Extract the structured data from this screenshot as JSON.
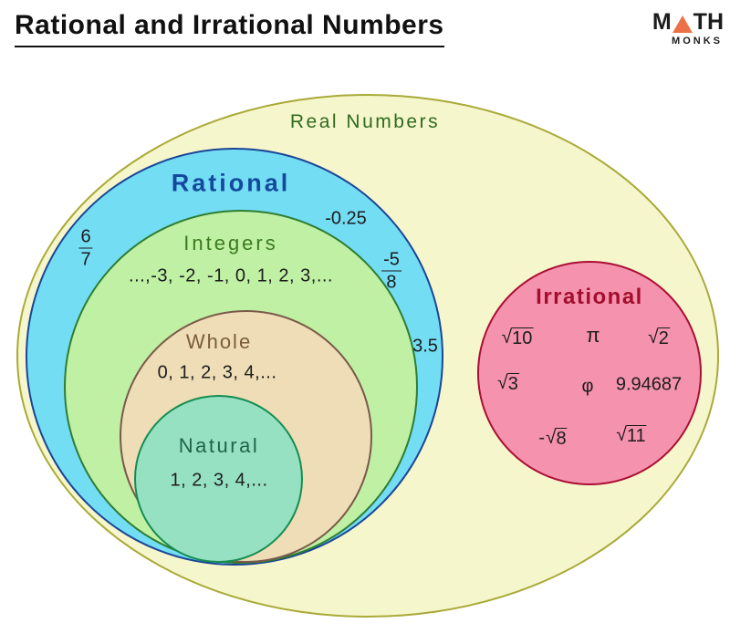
{
  "title": "Rational and Irrational Numbers",
  "logo": {
    "math_m": "M",
    "math_th": "TH",
    "monks": "MONKS",
    "triangle_color": "#ed7147"
  },
  "sets": {
    "real": {
      "label": "Real Numbers"
    },
    "rational": {
      "label": "Rational"
    },
    "integers": {
      "label": "Integers",
      "values": "...,-3, -2, -1, 0, 1, 2, 3,..."
    },
    "whole": {
      "label": "Whole",
      "values": "0, 1, 2, 3, 4,..."
    },
    "natural": {
      "label": "Natural",
      "values": "1, 2, 3, 4,..."
    },
    "irrational": {
      "label": "Irrational"
    }
  },
  "rational_examples": {
    "decimal_neg": "-0.25",
    "frac1_num": "6",
    "frac1_den": "7",
    "frac2_num": "-5",
    "frac2_den": "8",
    "decimal_pos": "3.5"
  },
  "irrational_examples": {
    "radical_sign": "√",
    "sqrt10": "10",
    "pi": "π",
    "sqrt2": "2",
    "sqrt3": "3",
    "phi": "φ",
    "decimal": "9.94687",
    "neg_sign": "-",
    "sqrt8": "8",
    "sqrt11": "11"
  },
  "colors": {
    "real_fill": "#f6f6cd",
    "real_border": "#a9aa38",
    "real_text": "#2f6b1e",
    "rational_fill": "#73ddf4",
    "rational_border": "#1b4596",
    "rational_text": "#15499e",
    "integers_fill": "#bff0a4",
    "integers_border": "#2e7d33",
    "integers_text": "#3c7a1f",
    "whole_fill": "#eeddb6",
    "whole_border": "#7a5a49",
    "whole_text": "#7b5c3c",
    "natural_fill": "#97e1c3",
    "natural_border": "#158d52",
    "natural_text": "#1f6349",
    "irrational_fill": "#f593ae",
    "irrational_border": "#ab0e34",
    "irrational_text": "#a30e2e",
    "number_text": "#1c1c1c"
  }
}
